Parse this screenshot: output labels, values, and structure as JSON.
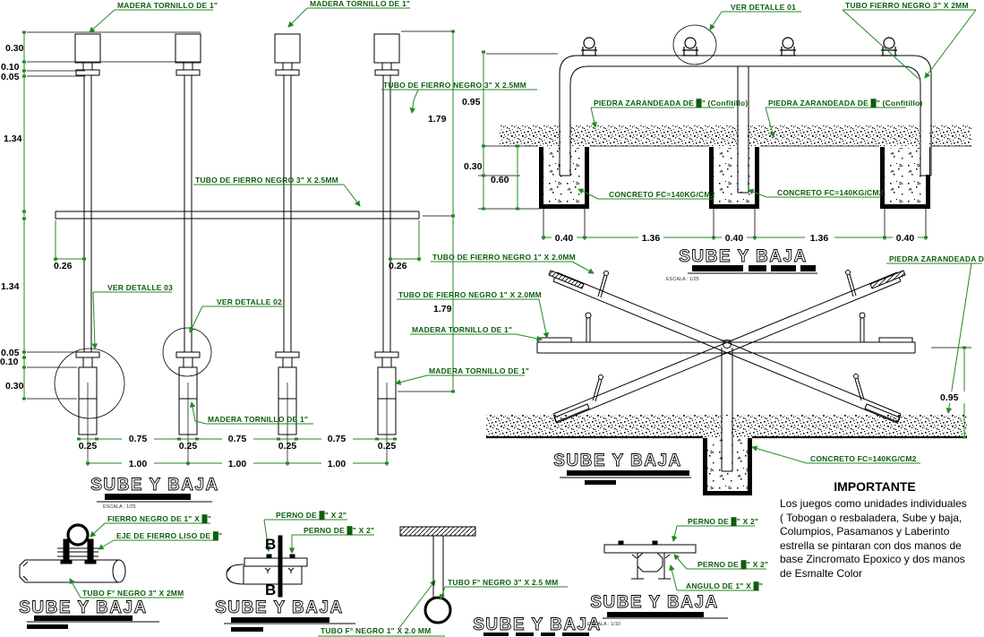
{
  "titles": {
    "view_title": "SUBE Y BAJA",
    "scale_1_25": "ESCALA : 1/25",
    "scale_1_10": "ESCALA : 1/10"
  },
  "labels": {
    "madera_tornillo": "MADERA TORNILLO DE 1\"",
    "tubo_de_fierro_3_25": "TUBO DE FIERRO NEGRO 3\" X 2.5MM",
    "tubo_fierro_3_2": "TUBO FIERRO NEGRO 3\" X 2MM",
    "tubo_de_fierro_1_20": "TUBO DE FIERRO NEGRO 1\" X 2.0MM",
    "ver_detalle_01": "VER DETALLE 01",
    "ver_detalle_02": "VER DETALLE 02",
    "ver_detalle_03": "VER DETALLE 03",
    "piedra_zarandeada": "PIEDRA ZARANDEADA DE █\" (Confitillo)",
    "concreto": "CONCRETO FC=140KG/CM2",
    "fierro_negro_1": "FIERRO NEGRO DE 1\" X █\"",
    "eje_fierro_liso": "EJE DE FIERRO LISO DE █\"",
    "tubo_f_negro_3_2": "TUBO F° NEGRO 3\" X 2MM",
    "tubo_f_negro_1_20": "TUBO F° NEGRO 1\" X 2.0 MM",
    "tubo_f_negro_3_25": "TUBO F° NEGRO 3\" X 2.5 MM",
    "perno_2": "PERNO DE █\" X 2\"",
    "angulo_1": "ANGULO DE 1\" X █\"",
    "section_b": "B"
  },
  "dims": {
    "d005": "0.05",
    "d010": "0.10",
    "d025": "0.25",
    "d026": "0.26",
    "d030": "0.30",
    "d040": "0.40",
    "d060": "0.60",
    "d075": "0.75",
    "d095": "0.95",
    "d100": "1.00",
    "d134": "1.34",
    "d136": "1.36",
    "d179": "1.79"
  },
  "note": {
    "heading": "IMPORTANTE",
    "lines": [
      "Los juegos como unidades individuales",
      "( Tobogan o resbaladera, Sube y baja,",
      "Columpios, Pasamanos y Laberinto",
      "estrella se pintaran con dos manos de",
      "base Zincromato Epoxico y dos manos",
      "de Esmalte Color"
    ]
  },
  "colors": {
    "annotation_line": "#1f8a1f",
    "annotation_text": "#0f5c0f",
    "ink": "#000000"
  }
}
